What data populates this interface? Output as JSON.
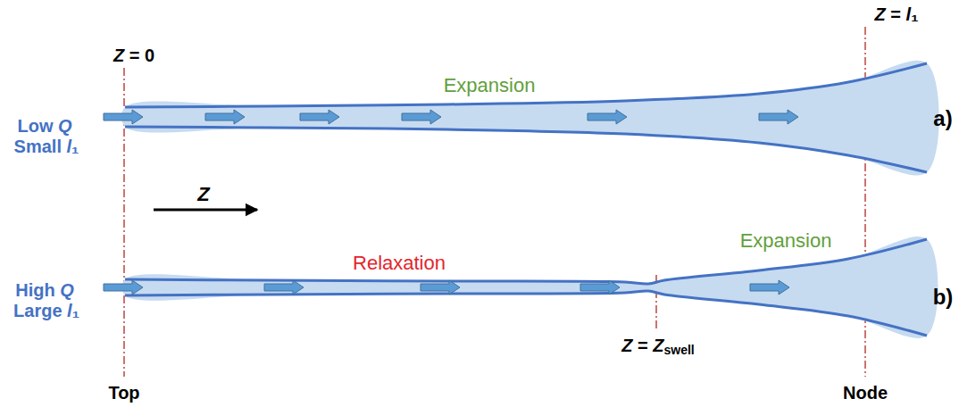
{
  "diagram": {
    "labels": [
      "Z = 0",
      "Z = l₁",
      "Low Q",
      "Small l₁",
      "Expansion",
      "a)",
      "Z",
      "High Q",
      "Large l₁",
      "Relaxation",
      "Expansion",
      "b)",
      "Z = Zswell",
      "Top",
      "Node"
    ]
  }
}
